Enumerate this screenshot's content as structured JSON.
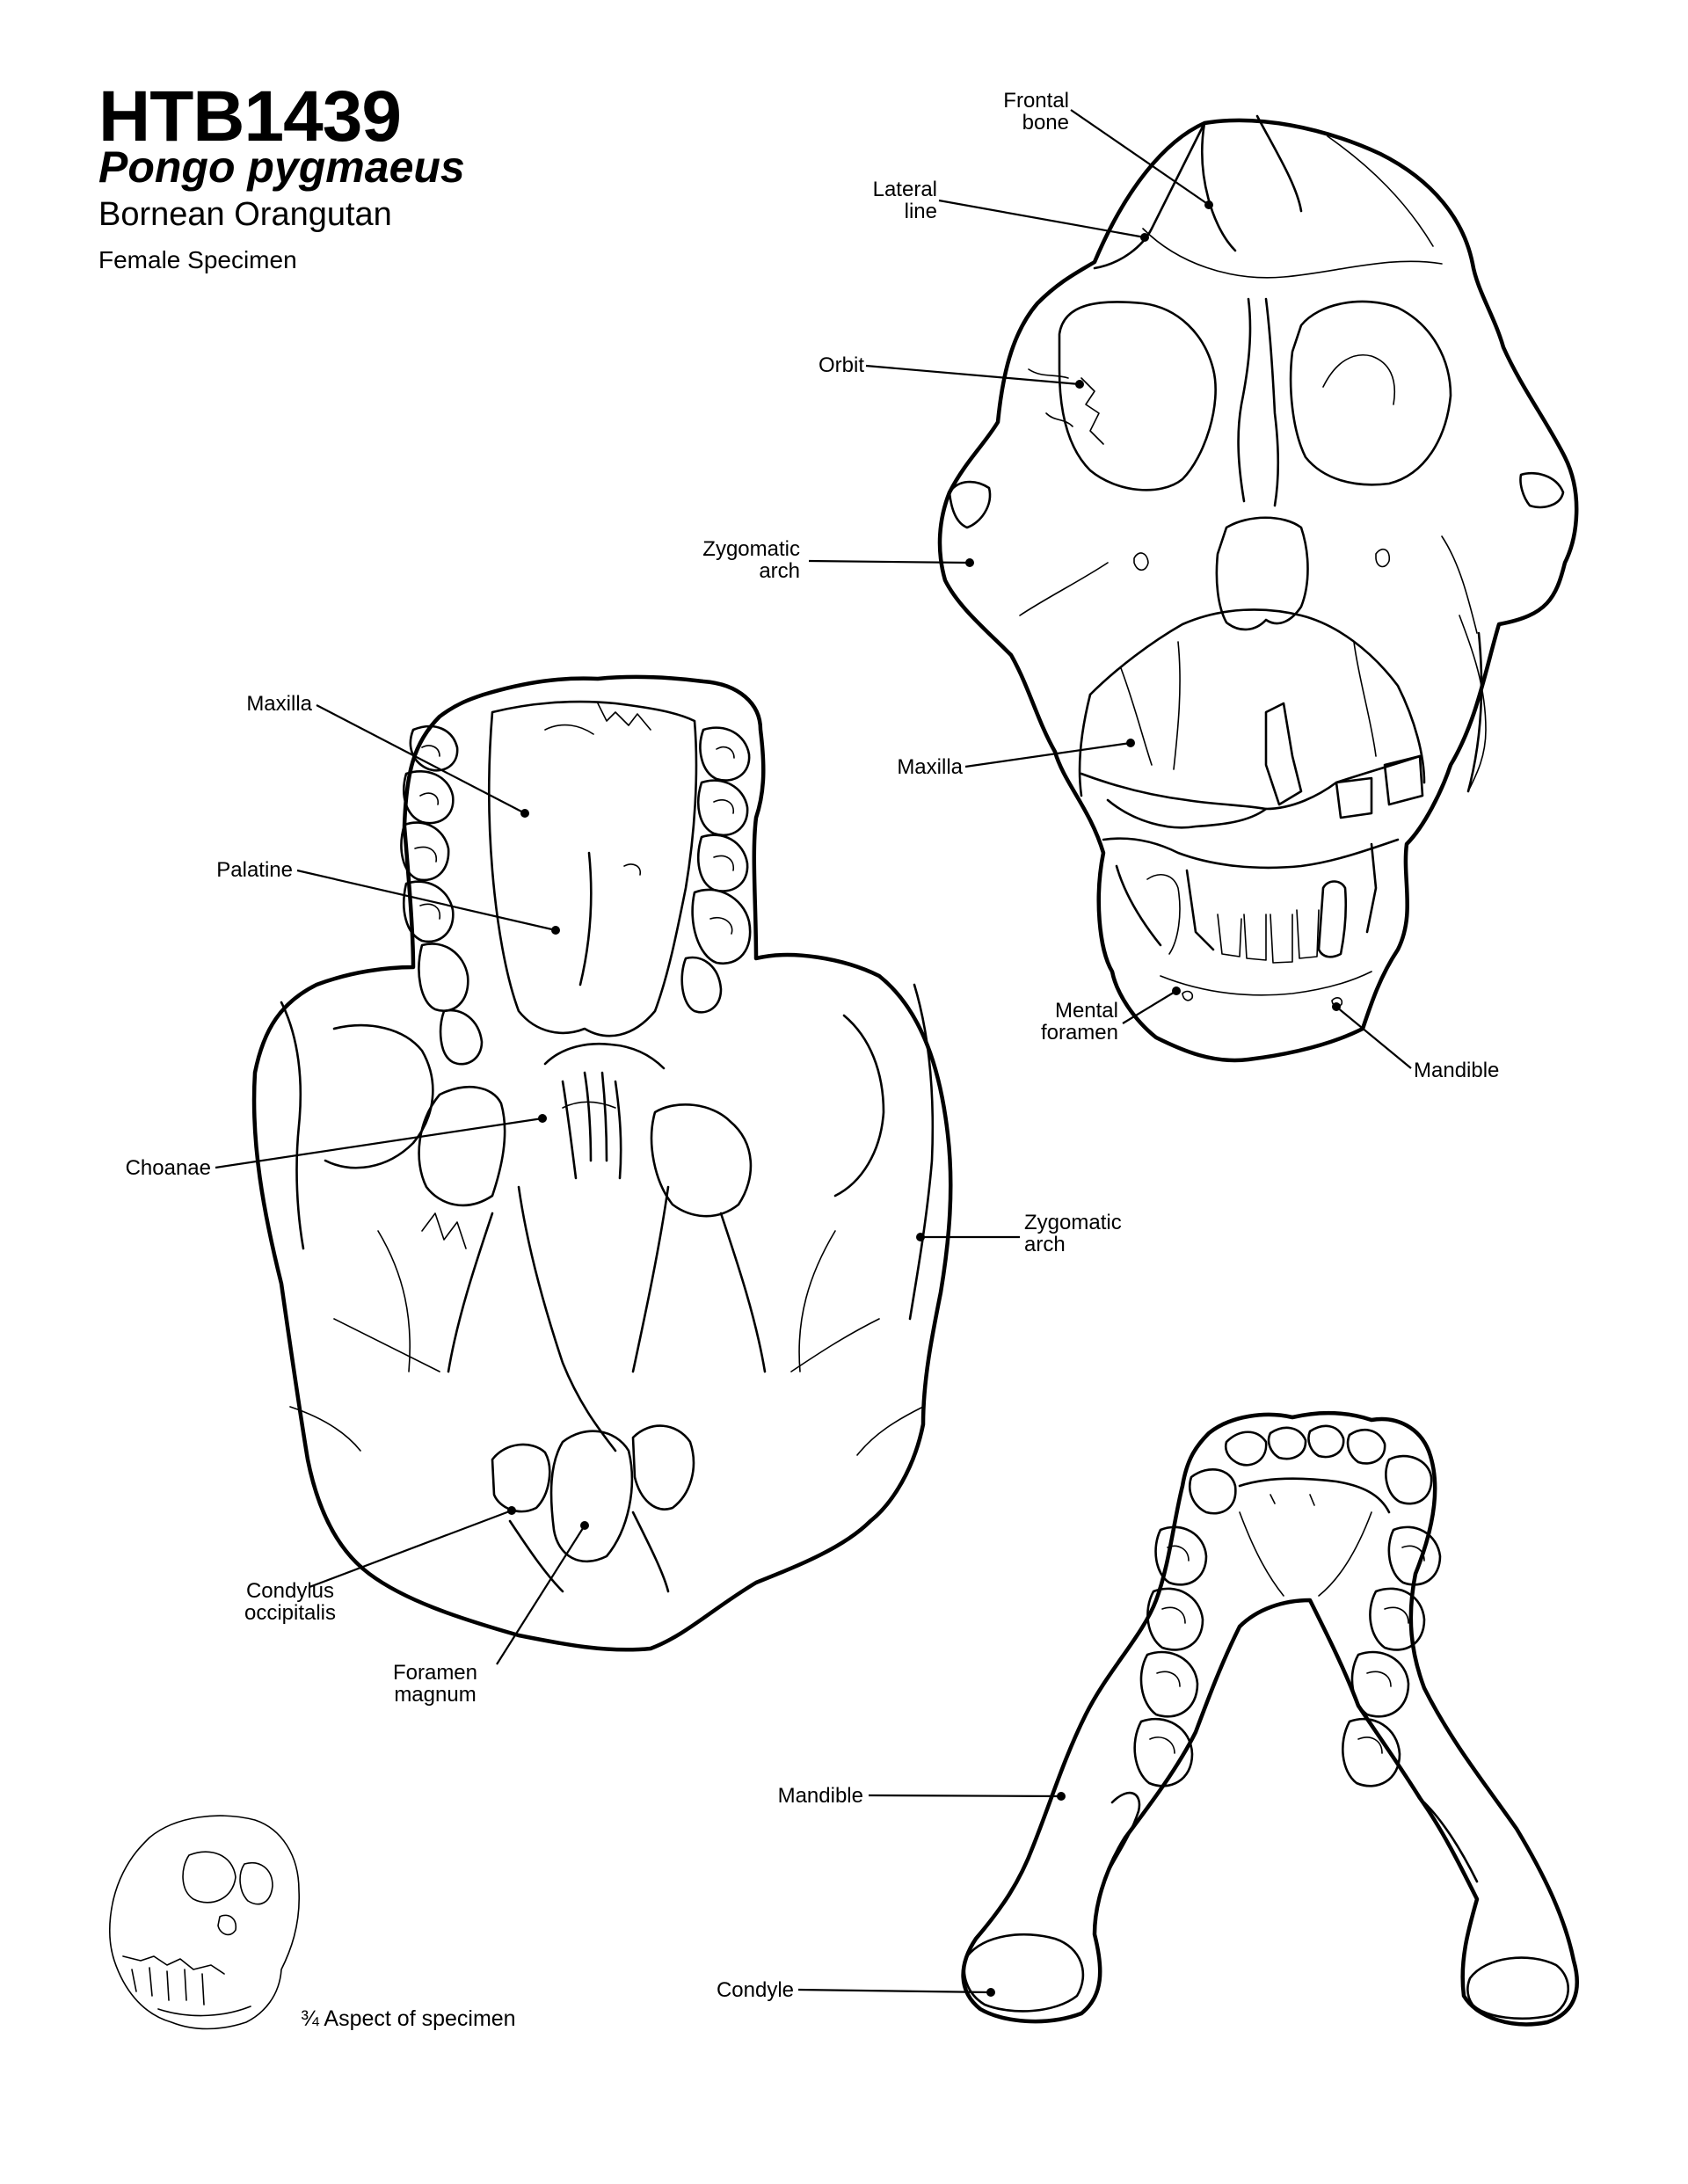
{
  "header": {
    "specimen_code": "HTB1439",
    "scientific_name": "Pongo pygmaeus",
    "common_name": "Bornean Orangutan",
    "specimen_sex": "Female Specimen"
  },
  "views": {
    "frontal": {
      "labels": {
        "frontal_bone": "Frontal\nbone",
        "lateral_line": "Lateral\nline",
        "orbit": "Orbit",
        "zygomatic_arch": "Zygomatic\narch",
        "maxilla": "Maxilla",
        "mental_foramen": "Mental\nforamen",
        "mandible": "Mandible"
      }
    },
    "inferior": {
      "labels": {
        "maxilla": "Maxilla",
        "palatine": "Palatine",
        "choanae": "Choanae",
        "zygomatic_arch": "Zygomatic\narch",
        "condylus_occipitalis": "Condylus\noccipitalis",
        "foramen_magnum": "Foramen\nmagnum"
      }
    },
    "mandible_superior": {
      "labels": {
        "mandible": "Mandible",
        "condyle": "Condyle"
      }
    }
  },
  "thumbnail": {
    "caption": "¾ Aspect of specimen"
  }
}
